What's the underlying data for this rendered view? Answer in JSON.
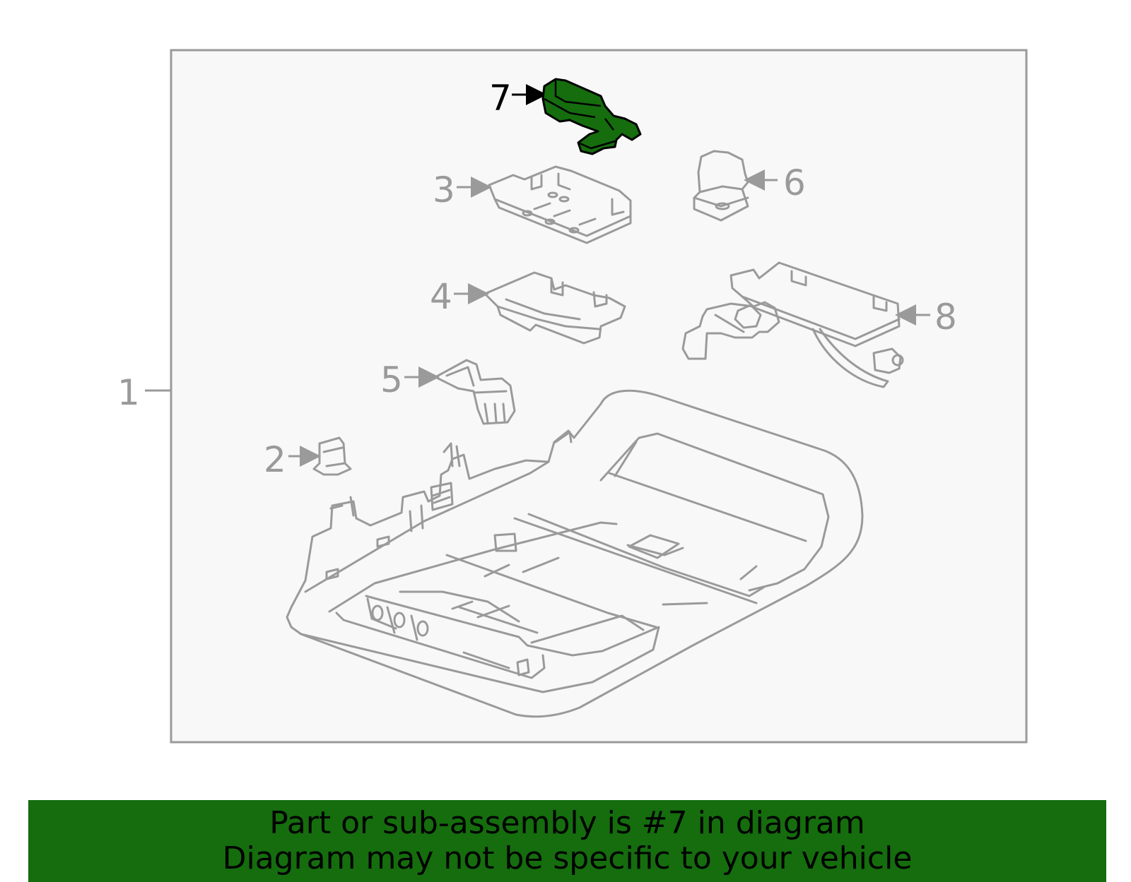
{
  "diagram": {
    "highlight_color": "#156d0e",
    "frame_fill": "#f8f8f8",
    "line_color": "#9a9a9a",
    "highlighted_part": "7",
    "callouts": [
      {
        "label": "1"
      },
      {
        "label": "2"
      },
      {
        "label": "3"
      },
      {
        "label": "4"
      },
      {
        "label": "5"
      },
      {
        "label": "6"
      },
      {
        "label": "7"
      },
      {
        "label": "8"
      }
    ]
  },
  "banner": {
    "line1": "Part or sub-assembly is #7 in diagram",
    "line2": "Diagram may not be specific to your vehicle"
  }
}
